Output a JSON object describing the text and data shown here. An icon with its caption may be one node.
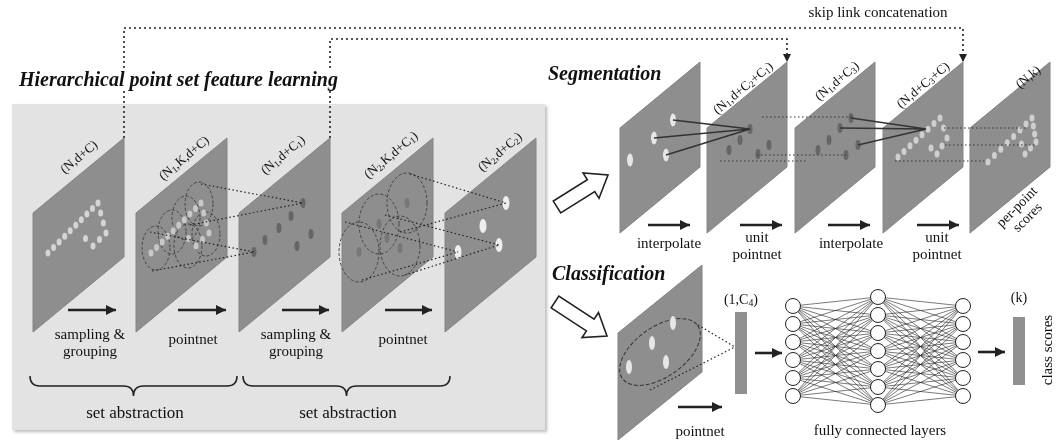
{
  "diagram": {
    "nodes": [
      {
        "text": [
          "Hierarchical point set feature learning"
        ]
      },
      {
        "text": [
          "(N,d+C)"
        ],
        "in": 0
      },
      {
        "text": [
          "(N$_{1}$,K,d+C)"
        ],
        "in": 0
      },
      {
        "text": [
          "(N$_{1}$,d+C$_{1}$)"
        ],
        "in": 0
      },
      {
        "text": [
          "(N$_{2}$,K,d+C$_{1}$)"
        ],
        "in": 0
      },
      {
        "text": [
          "(N$_{2}$,d+C$_{2}$)"
        ],
        "in": 0
      },
      {
        "text": [],
        "shape": "box"
      },
      {
        "text": [
          "(N$_{1}$,d+C$_{2}$+C$_{1}$)"
        ]
      },
      {
        "text": [
          "(N$_{1}$,d+C$_{3}$)"
        ]
      },
      {
        "text": [
          "(N,d+C$_{3}$+C)"
        ]
      },
      {
        "text": [
          "(N,k)"
        ],
        "beside": [
          "per-point scores"
        ]
      },
      {
        "text": [],
        "shape": "box"
      },
      {
        "text": [
          "(1,C$_{4}$)"
        ]
      },
      {
        "text": [],
        "shape": "picture",
        "beside": [
          "fully connected layers"
        ]
      },
      {
        "text": [
          "(k)"
        ],
        "beside": [
          "class scores"
        ]
      }
    ],
    "edges": [
      {
        "from": 1,
        "to": 2,
        "arrow": "to",
        "label": "sampling & grouping"
      },
      {
        "from": 2,
        "to": 3,
        "arrow": "to",
        "label": "pointnet"
      },
      {
        "from": 3,
        "to": 4,
        "arrow": "to",
        "label": "sampling & grouping"
      },
      {
        "from": 4,
        "to": 5,
        "arrow": "to",
        "label": "pointnet"
      },
      {
        "from": 0,
        "to": 6,
        "arrow": "to",
        "style": "thick"
      },
      {
        "from": 0,
        "to": 11,
        "arrow": "to",
        "style": "thick"
      },
      {
        "from": 6,
        "to": 7,
        "arrow": "to",
        "label": "interpolate"
      },
      {
        "from": 7,
        "to": 8,
        "arrow": "to",
        "label": "unit pointnet"
      },
      {
        "from": 8,
        "to": 9,
        "arrow": "to",
        "label": "interpolate"
      },
      {
        "from": 9,
        "to": 10,
        "arrow": "to",
        "label": "unit pointnet"
      },
      {
        "from": 11,
        "to": 12,
        "arrow": "to",
        "label": "pointnet"
      },
      {
        "from": 12,
        "to": 13,
        "arrow": "to"
      },
      {
        "from": 13,
        "to": 14,
        "arrow": "to"
      },
      {
        "from": 1,
        "to": 9,
        "arrow": "to",
        "style": "dashed",
        "label": "skip link concatenation"
      },
      {
        "from": 3,
        "to": 7,
        "arrow": "to",
        "style": "dashed"
      }
    ],
    "labels": [
      "Segmentation",
      "Classification",
      "set abstraction",
      "set abstraction"
    ]
  }
}
